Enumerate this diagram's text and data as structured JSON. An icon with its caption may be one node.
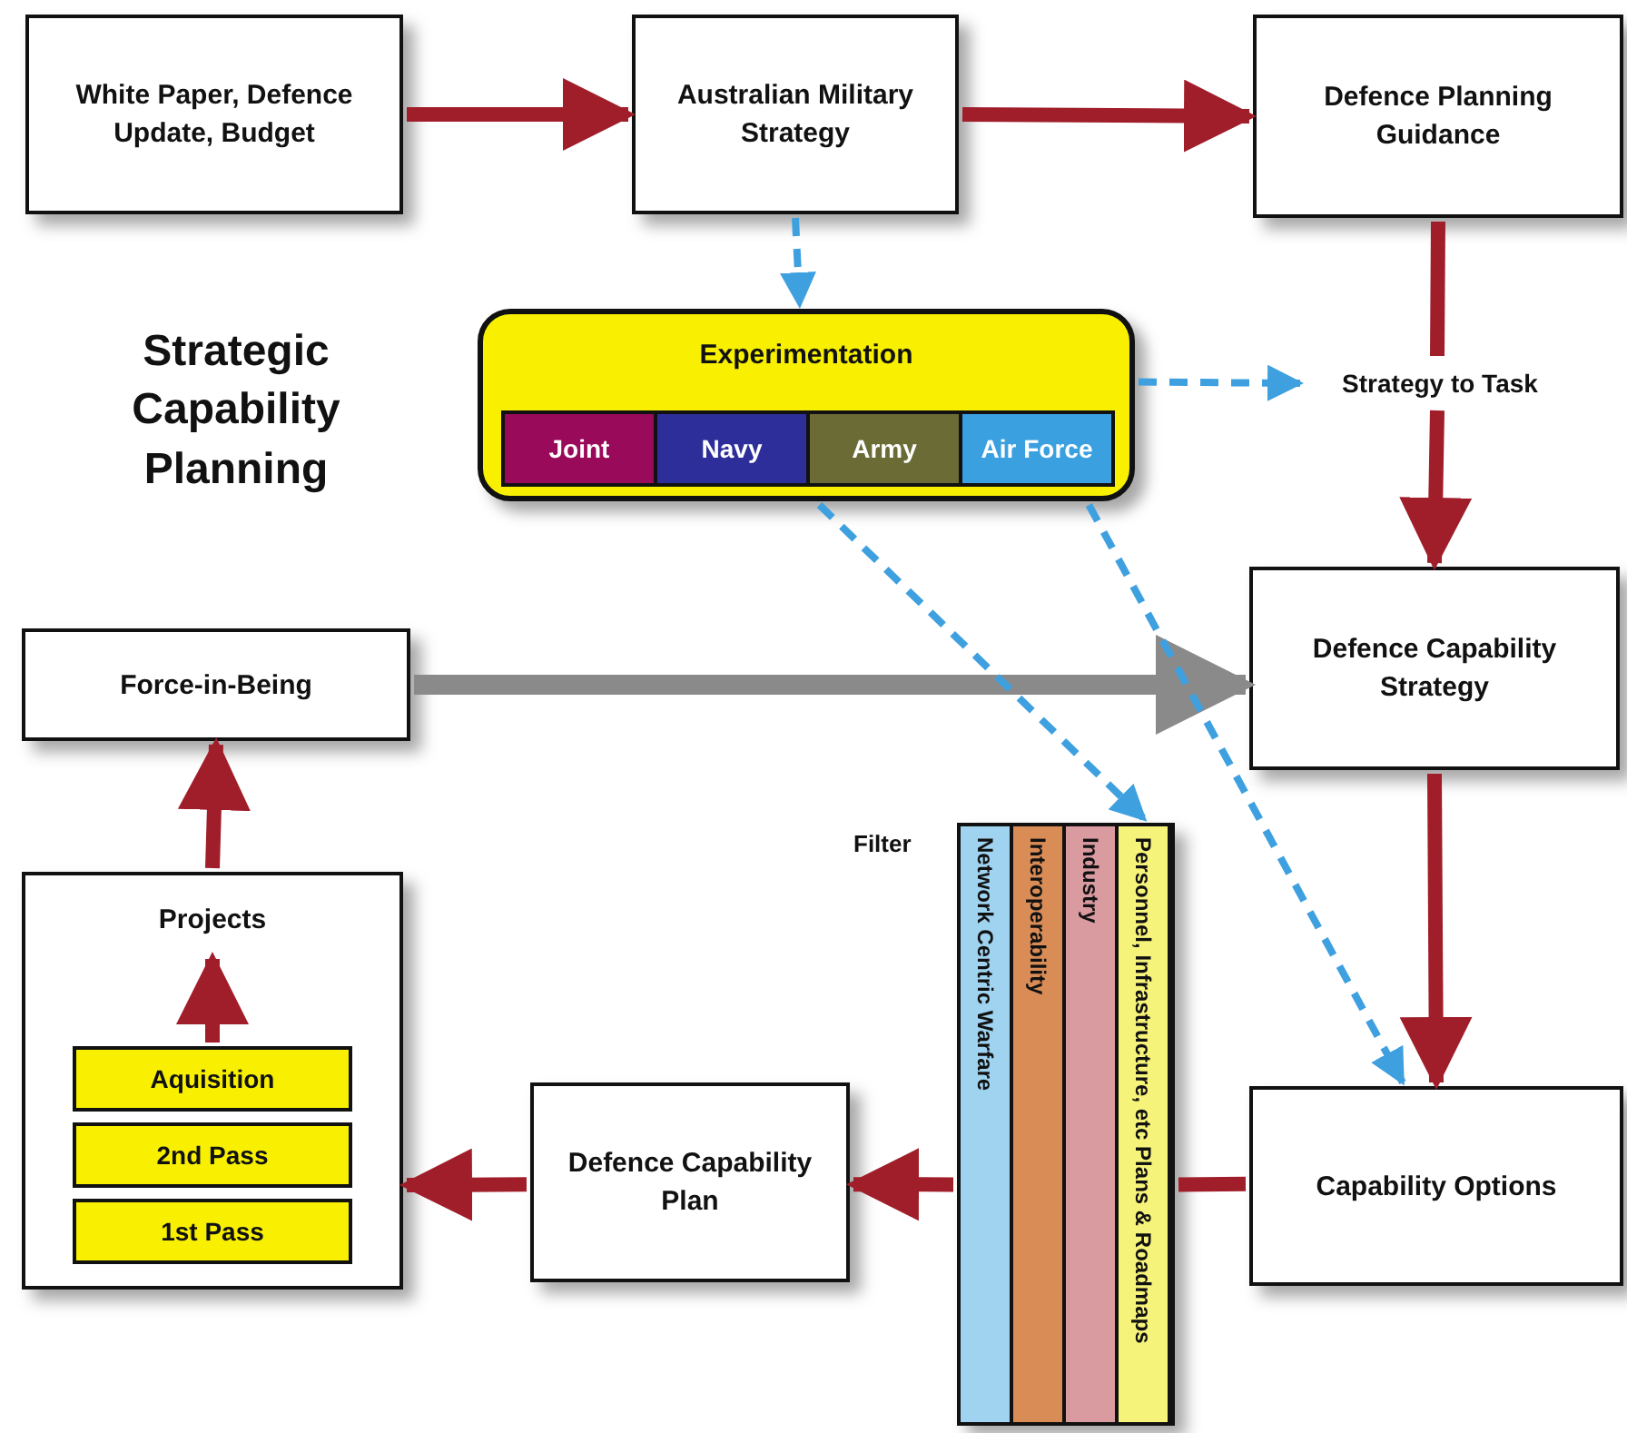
{
  "diagram": {
    "nodes": [
      {
        "text": [
          "White Paper, Defence Update, Budget"
        ]
      },
      {
        "text": [
          "Australian Military Strategy"
        ]
      },
      {
        "text": [
          "Defence Planning Guidance"
        ]
      },
      {
        "text": [
          "Experimentation"
        ]
      },
      {
        "text": [
          "Joint"
        ],
        "in": 3
      },
      {
        "text": [
          "Navy"
        ],
        "in": 3
      },
      {
        "text": [
          "Army"
        ],
        "in": 3
      },
      {
        "text": [
          "Air Force"
        ],
        "in": 3
      },
      {
        "text": [
          "Strategy to Task"
        ]
      },
      {
        "text": [
          "Force-in-Being"
        ]
      },
      {
        "text": [
          "Defence Capability Strategy"
        ]
      },
      {
        "text": [
          "Projects"
        ]
      },
      {
        "text": [
          "Aquisition"
        ],
        "in": 11
      },
      {
        "text": [
          "2nd Pass"
        ],
        "in": 11
      },
      {
        "text": [
          "1st Pass"
        ],
        "in": 11
      },
      {
        "text": [
          "Filter"
        ]
      },
      {
        "text": [
          "Network Centric Warfare"
        ],
        "in": 15
      },
      {
        "text": [
          "Interoperability"
        ],
        "in": 15
      },
      {
        "text": [
          "Industry"
        ],
        "in": 15
      },
      {
        "text": [
          "Personnel, Infrastructure, etc Plans & Roadmaps"
        ],
        "in": 15
      },
      {
        "text": [
          "Defence Capability Plan"
        ]
      },
      {
        "text": [
          "Capability Options"
        ]
      }
    ],
    "edges": [
      {
        "from": 0,
        "to": 1,
        "arrow": "to"
      },
      {
        "from": 1,
        "to": 2,
        "arrow": "to"
      },
      {
        "from": 1,
        "to": 3,
        "arrow": "to",
        "style": "dashed",
        "color": "#3fa0e0"
      },
      {
        "from": 3,
        "to": 8,
        "arrow": "to",
        "style": "dashed",
        "color": "#3fa0e0"
      },
      {
        "from": 2,
        "to": 8,
        "arrow": "none"
      },
      {
        "from": 8,
        "to": 10,
        "arrow": "to"
      },
      {
        "from": 9,
        "to": 10,
        "arrow": "to",
        "color": "#8a8a8a"
      },
      {
        "from": 3,
        "to": 15,
        "arrow": "to",
        "style": "dashed",
        "color": "#3fa0e0"
      },
      {
        "from": 3,
        "to": 21,
        "arrow": "to",
        "style": "dashed",
        "color": "#3fa0e0"
      },
      {
        "from": 10,
        "to": 21,
        "arrow": "to"
      },
      {
        "from": 21,
        "to": 15,
        "arrow": "none"
      },
      {
        "from": 15,
        "to": 20,
        "arrow": "to"
      },
      {
        "from": 20,
        "to": 11,
        "arrow": "to"
      },
      {
        "from": 12,
        "to": 11,
        "arrow": "to"
      },
      {
        "from": 11,
        "to": 9,
        "arrow": "to"
      }
    ],
    "labels": [
      "Strategic Capability Planning"
    ]
  }
}
